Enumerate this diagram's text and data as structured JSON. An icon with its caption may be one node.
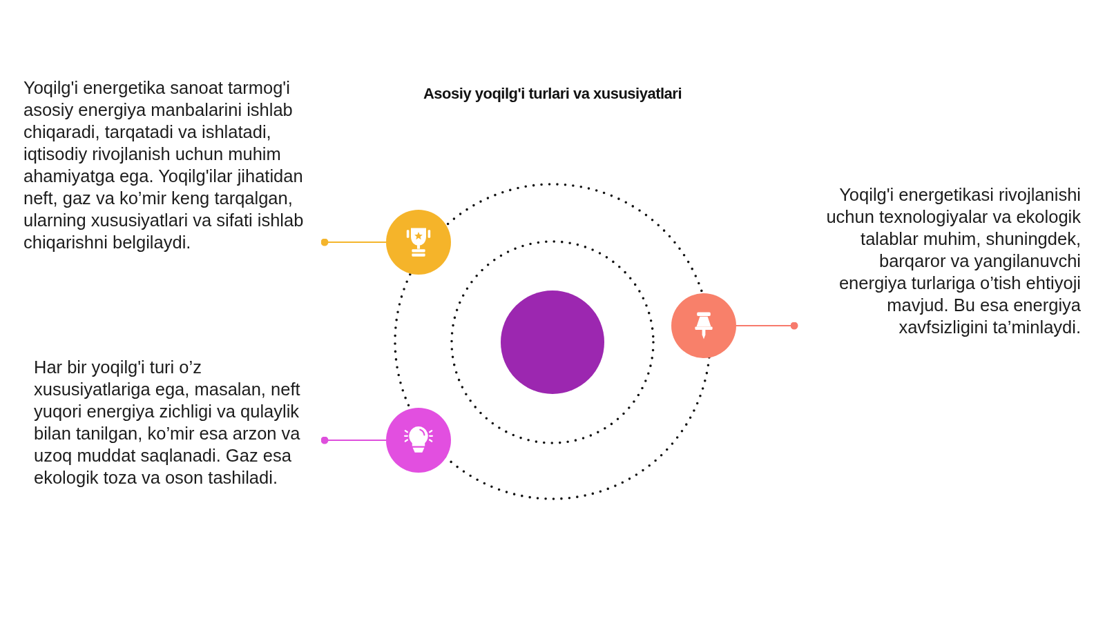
{
  "diagram": {
    "title": "Asosiy yoqilg'i turlari va xususiyatlari",
    "nodes": [
      {
        "text": [
          "Yoqilg'i energetika sanoat tarmog'i asosiy energiya manbalarini ishlab chiqaradi, tarqatadi va ishlatadi, iqtisodiy rivojlanish uchun muhim ahamiyatga ega. Yoqilg'ilar jihatidan neft, gaz va ko’mir keng tarqalgan, ularning xususiyatlari va sifati ishlab chiqarishni belgilaydi."
        ]
      },
      {
        "text": [],
        "shape": "circle"
      },
      {
        "text": [
          "Yoqilg'i energetikasi rivojlanishi uchun texnologiyalar va ekologik talablar muhim, shuningdek, barqaror va yangilanuvchi energiya turlariga o’tish ehtiyoji mavjud. Bu esa energiya xavfsizligini ta’minlaydi."
        ]
      },
      {
        "text": [],
        "shape": "circle"
      },
      {
        "text": [],
        "shape": "circle"
      },
      {
        "text": [
          "Har bir yoqilg'i turi o’z xususiyatlariga ega, masalan, neft yuqori energiya zichligi va qulaylik bilan tanilgan, ko’mir esa arzon va uzoq muddat saqlanadi. Gaz esa ekologik toza va oson tashiladi."
        ]
      },
      {
        "text": [],
        "shape": "circle"
      }
    ],
    "edges": [
      {
        "from": 1,
        "to": 0,
        "arrow": "other",
        "color": "#f4b52c"
      },
      {
        "from": 3,
        "to": 2,
        "arrow": "other",
        "color": "#f77a6c"
      },
      {
        "from": 6,
        "to": 5,
        "arrow": "other",
        "color": "#de4fdc"
      }
    ]
  }
}
